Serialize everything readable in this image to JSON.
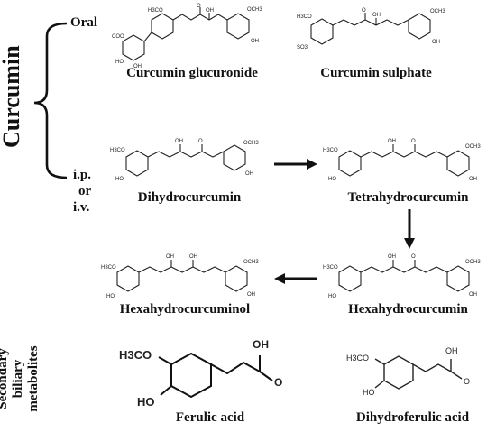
{
  "root_label": "Curcumin",
  "routes": {
    "oral": "Oral",
    "parenteral": [
      "i.p.",
      "or",
      "i.v."
    ]
  },
  "compounds": {
    "curcumin_glucuronide": "Curcumin glucuronide",
    "curcumin_sulphate": "Curcumin sulphate",
    "dihydrocurcumin": "Dihydrocurcumin",
    "tetrahydrocurcumin": "Tetrahydrocurcumin",
    "hexahydrocurcumin": "Hexahydrocurcumin",
    "hexahydrocurcuminol": "Hexahydrocurcuminol",
    "ferulic_acid": "Ferulic acid",
    "dihydroferulic_acid": "Dihydroferulic acid"
  },
  "secondary_label": [
    "Secondary",
    "biliary",
    "metabolites"
  ],
  "atom_labels": {
    "methoxy": "H3CO",
    "methoxy_right": "OCH3",
    "oh": "OH",
    "ho": "HO",
    "o": "O",
    "so3": "SO3",
    "coo": "COO",
    "ocH3": "OCH3"
  }
}
